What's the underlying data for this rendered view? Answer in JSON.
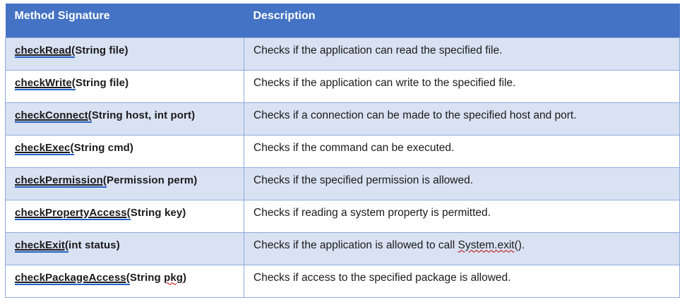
{
  "document": {
    "colors": {
      "header_bg": "#4472C4",
      "header_text": "#FFFFFF",
      "band_bg": "#D9E2F3",
      "border": "#8EAADB",
      "grammar_underline": "#2262C6",
      "spell_underline": "#C00000"
    },
    "table": {
      "header": {
        "method_col": "Method Signature",
        "desc_col": "Description"
      },
      "rows": [
        {
          "method": [
            {
              "t": "checkRead(",
              "s": "link"
            },
            {
              "t": "String file)",
              "s": "plain"
            }
          ],
          "desc": [
            {
              "t": "Checks if the application can read the specified file.",
              "s": "plain"
            }
          ]
        },
        {
          "method": [
            {
              "t": "checkWrite(",
              "s": "link"
            },
            {
              "t": "String file)",
              "s": "plain"
            }
          ],
          "desc": [
            {
              "t": "Checks if the application can write to the specified file.",
              "s": "plain"
            }
          ]
        },
        {
          "method": [
            {
              "t": "checkConnect(",
              "s": "link"
            },
            {
              "t": "String host, int port)",
              "s": "plain"
            }
          ],
          "desc": [
            {
              "t": "Checks if a connection can be made to the specified host and port.",
              "s": "plain"
            }
          ]
        },
        {
          "method": [
            {
              "t": "checkExec(",
              "s": "link"
            },
            {
              "t": "String cmd)",
              "s": "plain"
            }
          ],
          "desc": [
            {
              "t": "Checks if the command can be executed.",
              "s": "plain"
            }
          ]
        },
        {
          "method": [
            {
              "t": "checkPermission(",
              "s": "link"
            },
            {
              "t": "Permission perm)",
              "s": "plain"
            }
          ],
          "desc": [
            {
              "t": "Checks if the specified permission is allowed.",
              "s": "plain"
            }
          ]
        },
        {
          "method": [
            {
              "t": "checkPropertyAccess(",
              "s": "link"
            },
            {
              "t": "String key)",
              "s": "plain"
            }
          ],
          "desc": [
            {
              "t": "Checks if reading a system property is permitted.",
              "s": "plain"
            }
          ]
        },
        {
          "method": [
            {
              "t": "checkExit(",
              "s": "link"
            },
            {
              "t": "int status)",
              "s": "plain"
            }
          ],
          "desc": [
            {
              "t": "Checks if the application is allowed to call ",
              "s": "plain"
            },
            {
              "t": "System.exit",
              "s": "spell"
            },
            {
              "t": "().",
              "s": "plain"
            }
          ]
        },
        {
          "method": [
            {
              "t": "checkPackageAccess(",
              "s": "link"
            },
            {
              "t": "String ",
              "s": "plain"
            },
            {
              "t": "pkg",
              "s": "spell"
            },
            {
              "t": ")",
              "s": "plain"
            }
          ],
          "desc": [
            {
              "t": "Checks if access to the specified package is allowed.",
              "s": "plain"
            }
          ]
        }
      ]
    }
  }
}
